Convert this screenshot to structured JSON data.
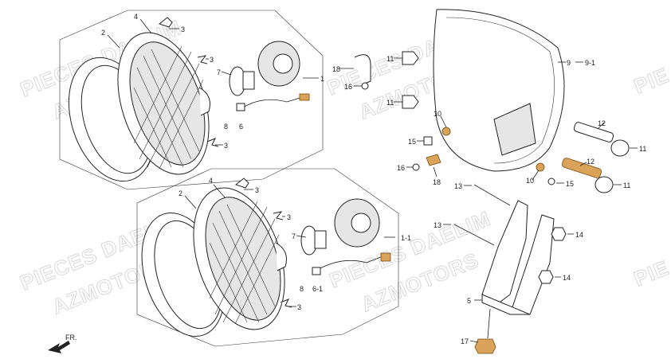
{
  "diagram": {
    "watermarks": [
      "PIECES DAELIM",
      "AZMOTORS",
      "PIECES DAELIM",
      "AZMOTORS",
      "PIECES DAELIM",
      "AZMOTORS",
      "PIECES DAELIM",
      "AZMOTORS",
      "PIE",
      "PIE"
    ],
    "direction_label": "FR.",
    "callouts": {
      "top_assembly": [
        "4",
        "3",
        "2",
        "3",
        "7",
        "1",
        "8",
        "6",
        "3"
      ],
      "bottom_assembly": [
        "2",
        "4",
        "3",
        "3",
        "7",
        "1-1",
        "8",
        "6-1",
        "3"
      ],
      "case": [
        "18",
        "16",
        "11",
        "11",
        "9",
        "9-1",
        "10",
        "15",
        "16",
        "18",
        "12",
        "11",
        "12",
        "11",
        "10",
        "15"
      ],
      "bracket": [
        "13",
        "13",
        "14",
        "14",
        "5",
        "17"
      ]
    }
  }
}
